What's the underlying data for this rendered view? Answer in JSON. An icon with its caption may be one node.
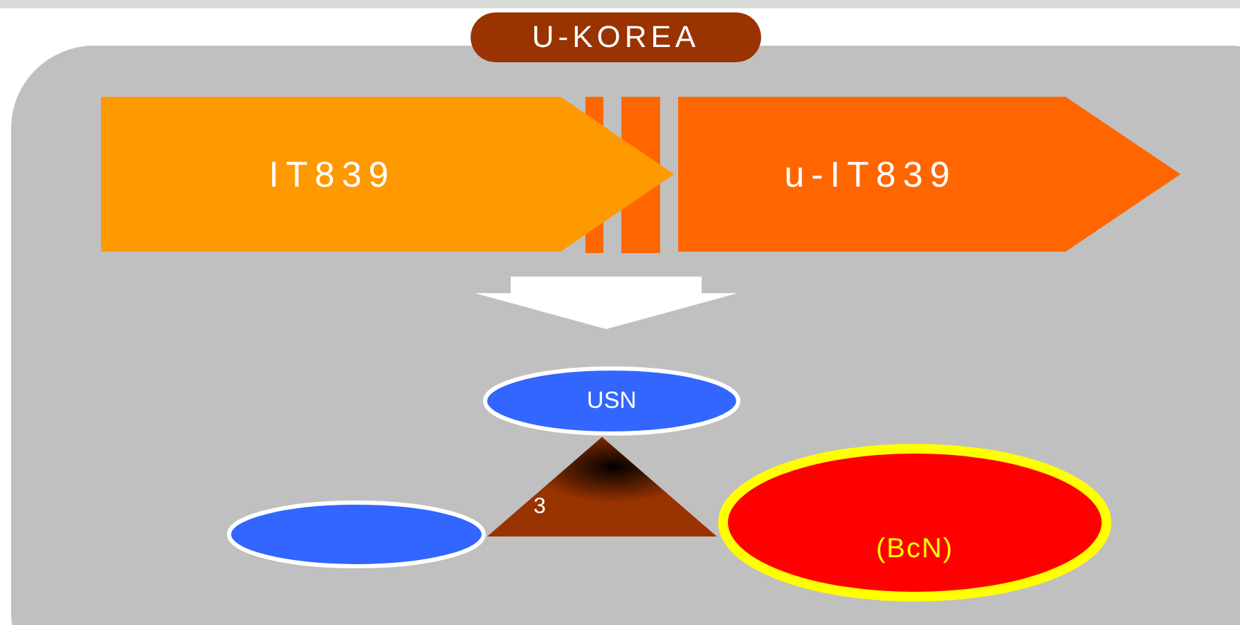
{
  "diagram": {
    "nodes": [
      {
        "text": [
          "U-KOREA"
        ]
      },
      {
        "text": [
          "IT839"
        ],
        "in": 0
      },
      {
        "text": [
          "u-IT839"
        ],
        "in": 0
      },
      {
        "text": [
          "USN"
        ],
        "in": 0
      },
      {
        "text": [
          "3"
        ],
        "in": 0
      },
      {
        "text": [],
        "shape": "circle",
        "in": 0
      },
      {
        "text": [
          "(BcN)"
        ],
        "in": 0
      }
    ],
    "edges": [
      {
        "from": null,
        "to": 3,
        "arrow": "to",
        "style": "thick",
        "color": "#ffffff"
      }
    ]
  }
}
